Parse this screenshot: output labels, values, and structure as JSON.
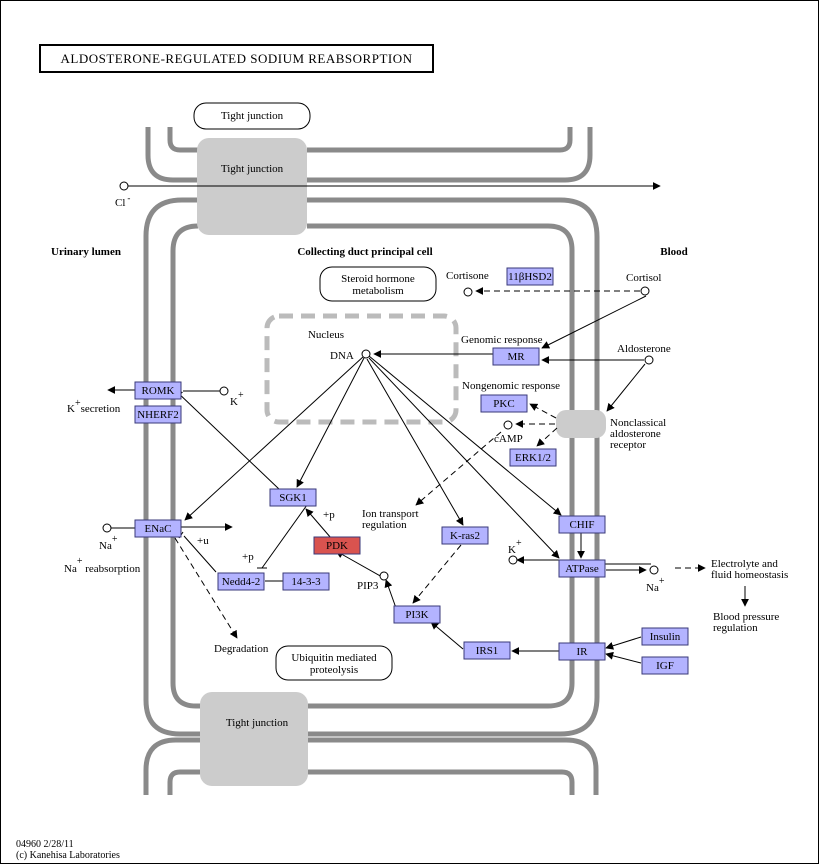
{
  "title": "ALDOSTERONE-REGULATED SODIUM REABSORPTION",
  "regions": {
    "urinary_lumen": "Urinary lumen",
    "cell": "Collecting duct principal cell",
    "blood": "Blood",
    "nucleus": "Nucleus"
  },
  "boxes": {
    "tight_junction_top": "Tight junction",
    "steroid_metabolism_1": "Steroid hormone",
    "steroid_metabolism_2": "metabolism",
    "ubiquitin_1": "Ubiquitin mediated",
    "ubiquitin_2": "proteolysis"
  },
  "junctions": {
    "upper": "Tight junction",
    "lower": "Tight junction"
  },
  "genes": {
    "romk": "ROMK",
    "nherf2": "NHERF2",
    "enac": "ENaC",
    "sgk1": "SGK1",
    "pdk": "PDK",
    "nedd4": "Nedd4-2",
    "p1433": "14-3-3",
    "kras2": "K-ras2",
    "pi3k": "PI3K",
    "irs1": "IRS1",
    "ir": "IR",
    "insulin": "Insulin",
    "igf": "IGF",
    "hsd2": "11βHSD2",
    "mr": "MR",
    "pkc": "PKC",
    "erk": "ERK1/2",
    "chif": "CHIF",
    "atpase": "ATPase"
  },
  "labels": {
    "cl": "Cl",
    "cl_sup": "-",
    "k_secretion_k": "K",
    "k_secretion_rest": "secretion",
    "k_romk": "K",
    "na_enac": "Na",
    "na_reabsorption_na": "Na",
    "na_reabsorption_rest": " reabsorption",
    "plus_sign": "+",
    "cortisone": "Cortisone",
    "cortisol": "Cortisol",
    "aldosterone": "Aldosterone",
    "dna": "DNA",
    "genomic": "Genomic response",
    "nongenomic": "Nongenomic response",
    "camp": "cAMP",
    "nonclassical_1": "Nonclassical",
    "nonclassical_2": "aldosterone",
    "nonclassical_3": "receptor",
    "ion_transport_1": "Ion transport",
    "ion_transport_2": "regulation",
    "plus_p_sgk": "+p",
    "plus_p_nedd": "+p",
    "plus_u": "+u",
    "pip3": "PIP3",
    "degradation": "Degradation",
    "k_atpase": "K",
    "na_atpase": "Na",
    "electrolyte_1": "Electrolyte and",
    "electrolyte_2": "fluid homeostasis",
    "bp_1": "Blood pressure",
    "bp_2": "regulation"
  },
  "footer": {
    "id": "04960 2/28/11",
    "copyright": "(c) Kanehisa Laboratories"
  },
  "colors": {
    "gene_fill": "#b3b3ff",
    "highlight_fill": "#d9534f",
    "junction_fill": "#cccccc",
    "wall": "#8a8a8a"
  }
}
